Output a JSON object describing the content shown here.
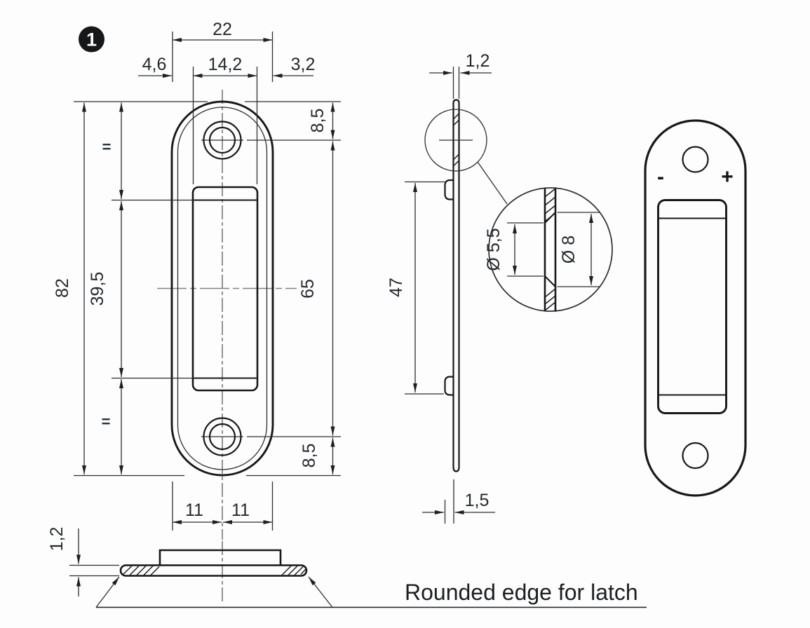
{
  "drawing": {
    "badge": "1",
    "note": "Rounded edge for latch",
    "front_view": {
      "dim_overall_width": "22",
      "dim_edge_to_opening_left": "4,6",
      "dim_opening_width": "14,2",
      "dim_opening_to_edge_right": "3,2",
      "dim_top_hole_offset": "8,5",
      "dim_overall_height": "82",
      "dim_opening_height": "39,5",
      "dim_hole_spacing": "65",
      "dim_bottom_hole_offset": "8,5",
      "dim_bottom_half_left": "11",
      "dim_bottom_half_right": "11",
      "equal_mark_top": "=",
      "equal_mark_bottom": "="
    },
    "side_view": {
      "dim_plate_thickness": "1,2",
      "dim_pocket_height": "47",
      "dim_lip_offset": "1,5"
    },
    "detail_view": {
      "dim_hole_small": "Ø 5,5",
      "dim_hole_large": "Ø 8"
    },
    "back_view": {
      "polarity_minus": "-",
      "polarity_plus": "+"
    },
    "section_view": {
      "dim_plate_thickness": "1,2"
    }
  }
}
